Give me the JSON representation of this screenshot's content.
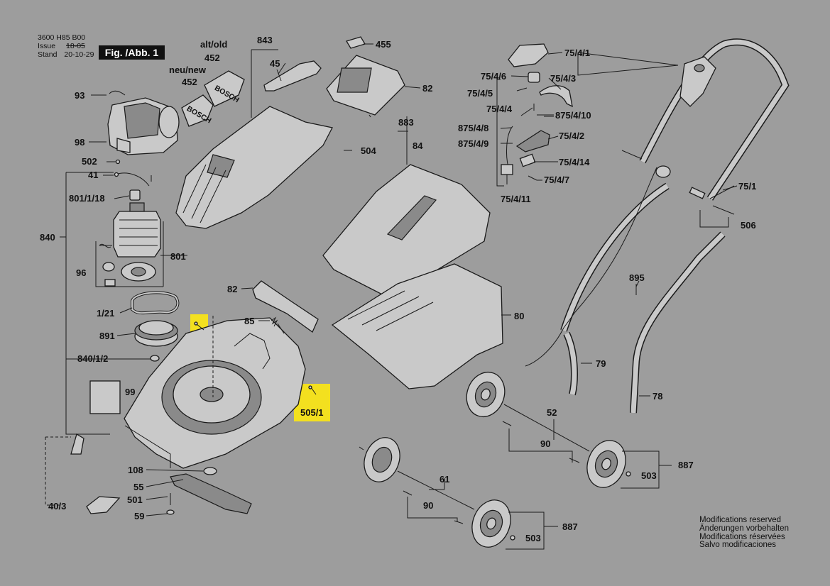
{
  "header": {
    "doc_number": "3600 H85 B00",
    "issue_label": "Issue",
    "issue_old": "18-05",
    "stand_label": "Stand",
    "stand_date": "20-10-29",
    "figure": "Fig. /Abb. 1"
  },
  "brand_labels": {
    "old_label": "alt/old",
    "new_label": "neu/new",
    "logo_text": "BOSCH"
  },
  "parts": [
    {
      "id": "93",
      "text": "93"
    },
    {
      "id": "98",
      "text": "98"
    },
    {
      "id": "502",
      "text": "502"
    },
    {
      "id": "41",
      "text": "41"
    },
    {
      "id": "801-1-18",
      "text": "801/1/18"
    },
    {
      "id": "840",
      "text": "840"
    },
    {
      "id": "801",
      "text": "801"
    },
    {
      "id": "96",
      "text": "96"
    },
    {
      "id": "1-21",
      "text": "1/21"
    },
    {
      "id": "891",
      "text": "891"
    },
    {
      "id": "840-1-2",
      "text": "840/1/2"
    },
    {
      "id": "99",
      "text": "99"
    },
    {
      "id": "108",
      "text": "108"
    },
    {
      "id": "55",
      "text": "55"
    },
    {
      "id": "501",
      "text": "501"
    },
    {
      "id": "59",
      "text": "59"
    },
    {
      "id": "40-3",
      "text": "40/3"
    },
    {
      "id": "843",
      "text": "843"
    },
    {
      "id": "45",
      "text": "45"
    },
    {
      "id": "452-old",
      "text": "452"
    },
    {
      "id": "452-new",
      "text": "452"
    },
    {
      "id": "504",
      "text": "504"
    },
    {
      "id": "82-top",
      "text": "82"
    },
    {
      "id": "455",
      "text": "455"
    },
    {
      "id": "82-mid",
      "text": "82"
    },
    {
      "id": "85",
      "text": "85"
    },
    {
      "id": "505-1",
      "text": "505/1"
    },
    {
      "id": "883",
      "text": "883"
    },
    {
      "id": "84",
      "text": "84"
    },
    {
      "id": "80",
      "text": "80"
    },
    {
      "id": "75-4-1",
      "text": "75/4/1"
    },
    {
      "id": "75-4-6",
      "text": "75/4/6"
    },
    {
      "id": "75-4-3",
      "text": "75/4/3"
    },
    {
      "id": "75-4-5",
      "text": "75/4/5"
    },
    {
      "id": "75-4-4",
      "text": "75/4/4"
    },
    {
      "id": "875-4-10",
      "text": "875/4/10"
    },
    {
      "id": "875-4-8",
      "text": "875/4/8"
    },
    {
      "id": "75-4-2",
      "text": "75/4/2"
    },
    {
      "id": "875-4-9",
      "text": "875/4/9"
    },
    {
      "id": "75-4-14",
      "text": "75/4/14"
    },
    {
      "id": "75-4-7",
      "text": "75/4/7"
    },
    {
      "id": "75-4-11",
      "text": "75/4/11"
    },
    {
      "id": "75-1",
      "text": "75/1"
    },
    {
      "id": "506",
      "text": "506"
    },
    {
      "id": "895",
      "text": "895"
    },
    {
      "id": "79",
      "text": "79"
    },
    {
      "id": "78",
      "text": "78"
    },
    {
      "id": "52",
      "text": "52"
    },
    {
      "id": "90-top",
      "text": "90"
    },
    {
      "id": "887-top",
      "text": "887"
    },
    {
      "id": "503-top",
      "text": "503"
    },
    {
      "id": "61",
      "text": "61"
    },
    {
      "id": "90-bot",
      "text": "90"
    },
    {
      "id": "887-bot",
      "text": "887"
    },
    {
      "id": "503-bot",
      "text": "503"
    }
  ],
  "highlighted_parts": [
    "505-1"
  ],
  "footer": {
    "lines": [
      "Modifications reserved",
      "Änderungen vorbehalten",
      "Modifications réservées",
      "Salvo modificaciones"
    ]
  },
  "colors": {
    "background": "#9d9d9d",
    "highlight": "#f3e01f",
    "line": "#1a1a1a",
    "part_fill": "#c9c9c9"
  }
}
